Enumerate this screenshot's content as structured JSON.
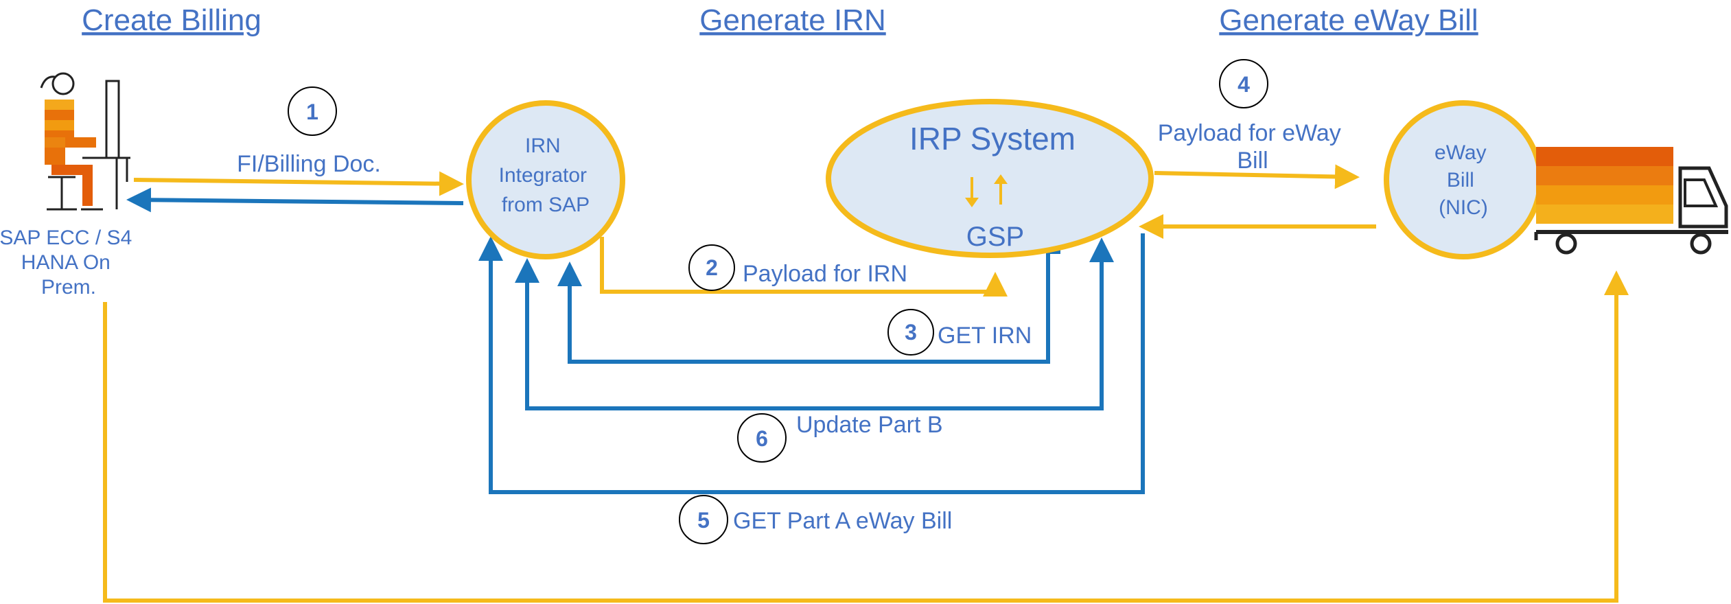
{
  "headings": {
    "create_billing": "Create Billing",
    "generate_irn": "Generate IRN",
    "generate_eway": "Generate eWay Bill"
  },
  "nodes": {
    "sap_system": [
      "SAP ECC / S4",
      "HANA On",
      "Prem."
    ],
    "irn_integrator": [
      "IRN",
      "Integrator",
      "from SAP"
    ],
    "irp_system": "IRP System",
    "gsp": "GSP",
    "eway_nic": [
      "eWay",
      "Bill",
      "(NIC)"
    ]
  },
  "steps": [
    {
      "num": "1",
      "label": "FI/Billing Doc."
    },
    {
      "num": "2",
      "label": "Payload for IRN"
    },
    {
      "num": "3",
      "label": "GET IRN"
    },
    {
      "num": "4",
      "label": [
        "Payload for eWay",
        "Bill"
      ]
    },
    {
      "num": "5",
      "label": "GET Part A eWay Bill"
    },
    {
      "num": "6",
      "label": "Update Part B"
    }
  ],
  "colors": {
    "accent_blue": "#4472C4",
    "flow_yellow": "#F5BA1B",
    "flow_blue": "#1B75BB",
    "node_fill": "#DDE8F4",
    "person_orange": "#E8710A",
    "truck_orange": "#E35D0A"
  },
  "icons": {
    "person": "person-at-computer-icon",
    "truck": "truck-icon"
  }
}
